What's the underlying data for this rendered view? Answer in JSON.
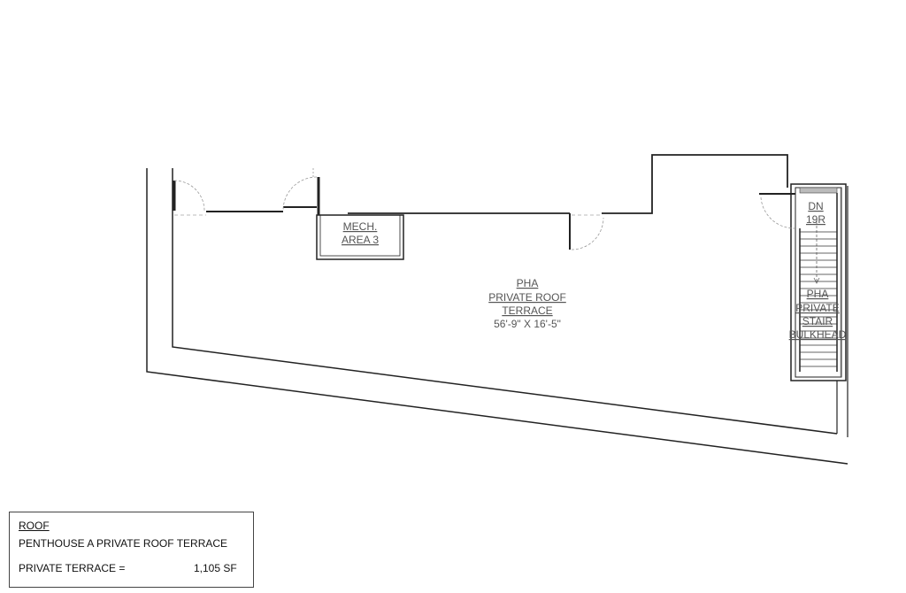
{
  "rooms": {
    "mech": {
      "line1": "MECH.",
      "line2": "AREA 3"
    },
    "terrace": {
      "line1": "PHA",
      "line2": "PRIVATE ROOF",
      "line3": "TERRACE",
      "dimensions": "56'-9\" X 16'-5\""
    },
    "stair": {
      "dn": "DN",
      "risers": "19R",
      "line1": "PHA",
      "line2": "PRIVATE",
      "line3": "STAIR",
      "line4": "BULKHEAD"
    }
  },
  "legend": {
    "title": "ROOF",
    "subtitle": "PENTHOUSE A PRIVATE ROOF TERRACE",
    "area_label": "PRIVATE TERRACE =",
    "area_value": "1,105 SF"
  }
}
